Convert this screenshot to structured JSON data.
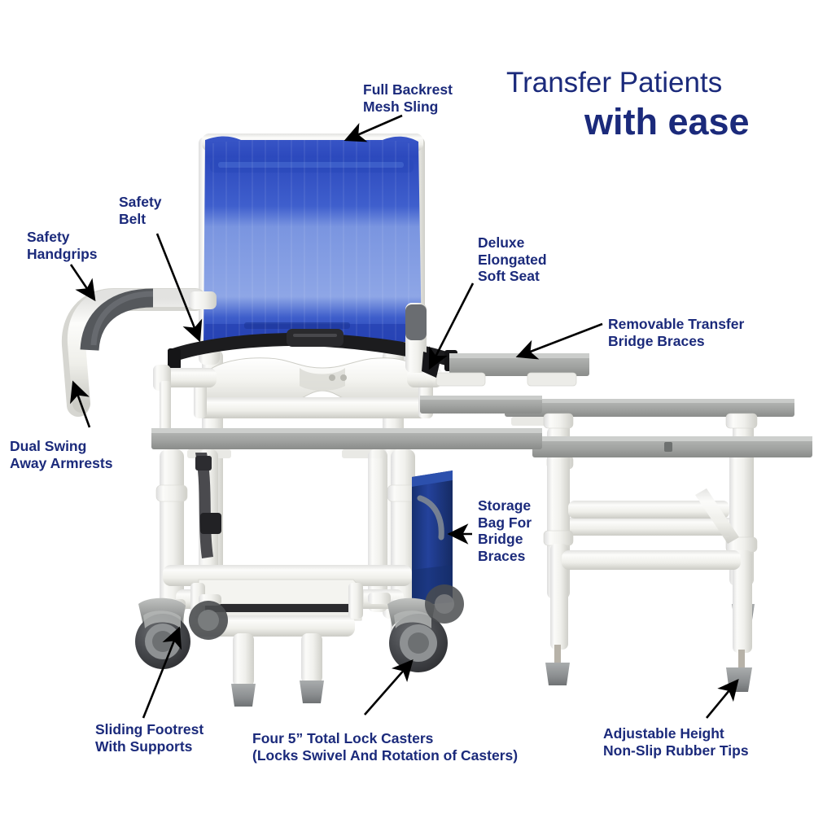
{
  "headline": {
    "line1": "Transfer Patients",
    "line2": "with ease"
  },
  "labels": {
    "backrest": "Full Backrest\nMesh Sling",
    "safety_belt": "Safety\nBelt",
    "handgrips": "Safety\nHandgrips",
    "armrests": "Dual Swing\nAway Armrests",
    "soft_seat": "Deluxe\nElongated\nSoft Seat",
    "bridge_braces": "Removable Transfer\nBridge Braces",
    "storage_bag": "Storage\nBag For\nBridge\nBraces",
    "footrest": "Sliding Footrest\nWith Supports",
    "casters": "Four 5” Total Lock Casters\n(Locks Swivel And Rotation of Casters)",
    "rubber_tips": "Adjustable Height\nNon-Slip Rubber Tips"
  },
  "colors": {
    "text_navy": "#1b2a7b",
    "mesh_blue": "#2d4fc4",
    "mesh_blue_light": "#6f8ede",
    "mesh_blue_dark": "#1f3aa8",
    "pvc_white": "#f2f2ef",
    "pvc_shade": "#d9d9d4",
    "rail_gray": "#a8aaa8",
    "rail_gray_dark": "#868886",
    "caster_gray": "#9a9c9a",
    "tire_dark": "#3c3c3e",
    "grip_gray": "#55585c",
    "belt_black": "#1c1c1e",
    "bag_blue": "#1f3d8f",
    "tip_gray": "#8e9192",
    "arrow_black": "#000000",
    "background": "#ffffff"
  },
  "product": {
    "name": "pvc-shower-transfer-chair",
    "parts": [
      "mesh-backrest",
      "safety-belt",
      "soft-seat",
      "swing-away-armrest",
      "safety-handgrip",
      "sliding-footrest",
      "total-lock-casters",
      "storage-bag",
      "transfer-bridge-rail",
      "removable-bridge-brace",
      "transfer-bench-frame",
      "adjustable-rubber-tips"
    ]
  }
}
